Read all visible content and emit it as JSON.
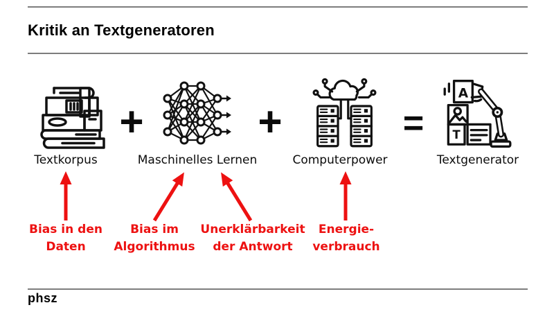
{
  "page": {
    "title": "Kritik an Textgeneratoren"
  },
  "colors": {
    "accent_red": "#ed1111",
    "rule_gray": "#7d7d7d",
    "ink": "#111111"
  },
  "equation": {
    "operator_plus_1": "+",
    "operator_plus_2": "+",
    "operator_equals": "=",
    "items": [
      {
        "id": "textkorpus",
        "label": "Textkorpus",
        "icon": "books-stack-icon"
      },
      {
        "id": "maschinelles-lernen",
        "label": "Maschinelles Lernen",
        "icon": "neural-network-icon"
      },
      {
        "id": "computerpower",
        "label": "Computerpower",
        "icon": "server-cloud-icon"
      },
      {
        "id": "textgenerator",
        "label": "Textgenerator",
        "icon": "robot-arm-icon"
      }
    ]
  },
  "icon_glyphs": {
    "card_letter_a": "A",
    "block_letter_t": "T"
  },
  "criticisms": [
    {
      "label_line1": "Bias in den",
      "label_line2": "Daten",
      "points_to": "Textkorpus",
      "arrow": "vertical-up"
    },
    {
      "label_line1": "Bias im",
      "label_line2": "Algorithmus",
      "points_to": "Maschinelles Lernen",
      "arrow": "diagonal-up-right"
    },
    {
      "label_line1": "Unerklärbarkeit",
      "label_line2": "der Antwort",
      "points_to": "Maschinelles Lernen",
      "arrow": "diagonal-up-left"
    },
    {
      "label_line1": "Energie-",
      "label_line2": "verbrauch",
      "points_to": "Computerpower",
      "arrow": "vertical-up"
    }
  ],
  "footer": {
    "logo_text": "phsz"
  }
}
